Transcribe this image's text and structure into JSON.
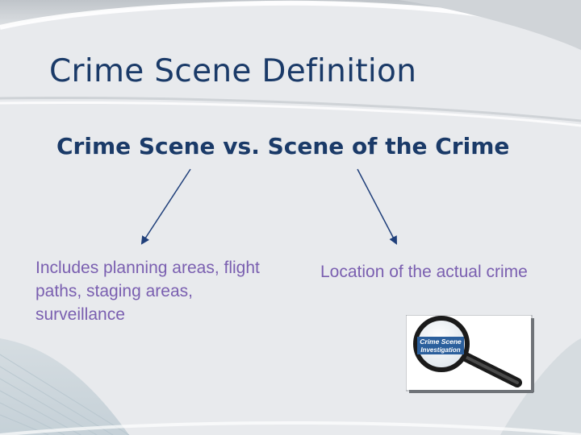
{
  "slide": {
    "title": "Crime Scene Definition",
    "subtitle": "Crime Scene vs. Scene of the Crime",
    "left_text": "Includes planning areas, flight paths, staging areas, surveillance",
    "right_text": "Location of the actual crime",
    "logo_text_line1": "Crime Scene",
    "logo_text_line2": "Investigation"
  },
  "colors": {
    "title": "#1a3a68",
    "body_text": "#7a5fb0",
    "arrow": "#1f3f7a"
  }
}
